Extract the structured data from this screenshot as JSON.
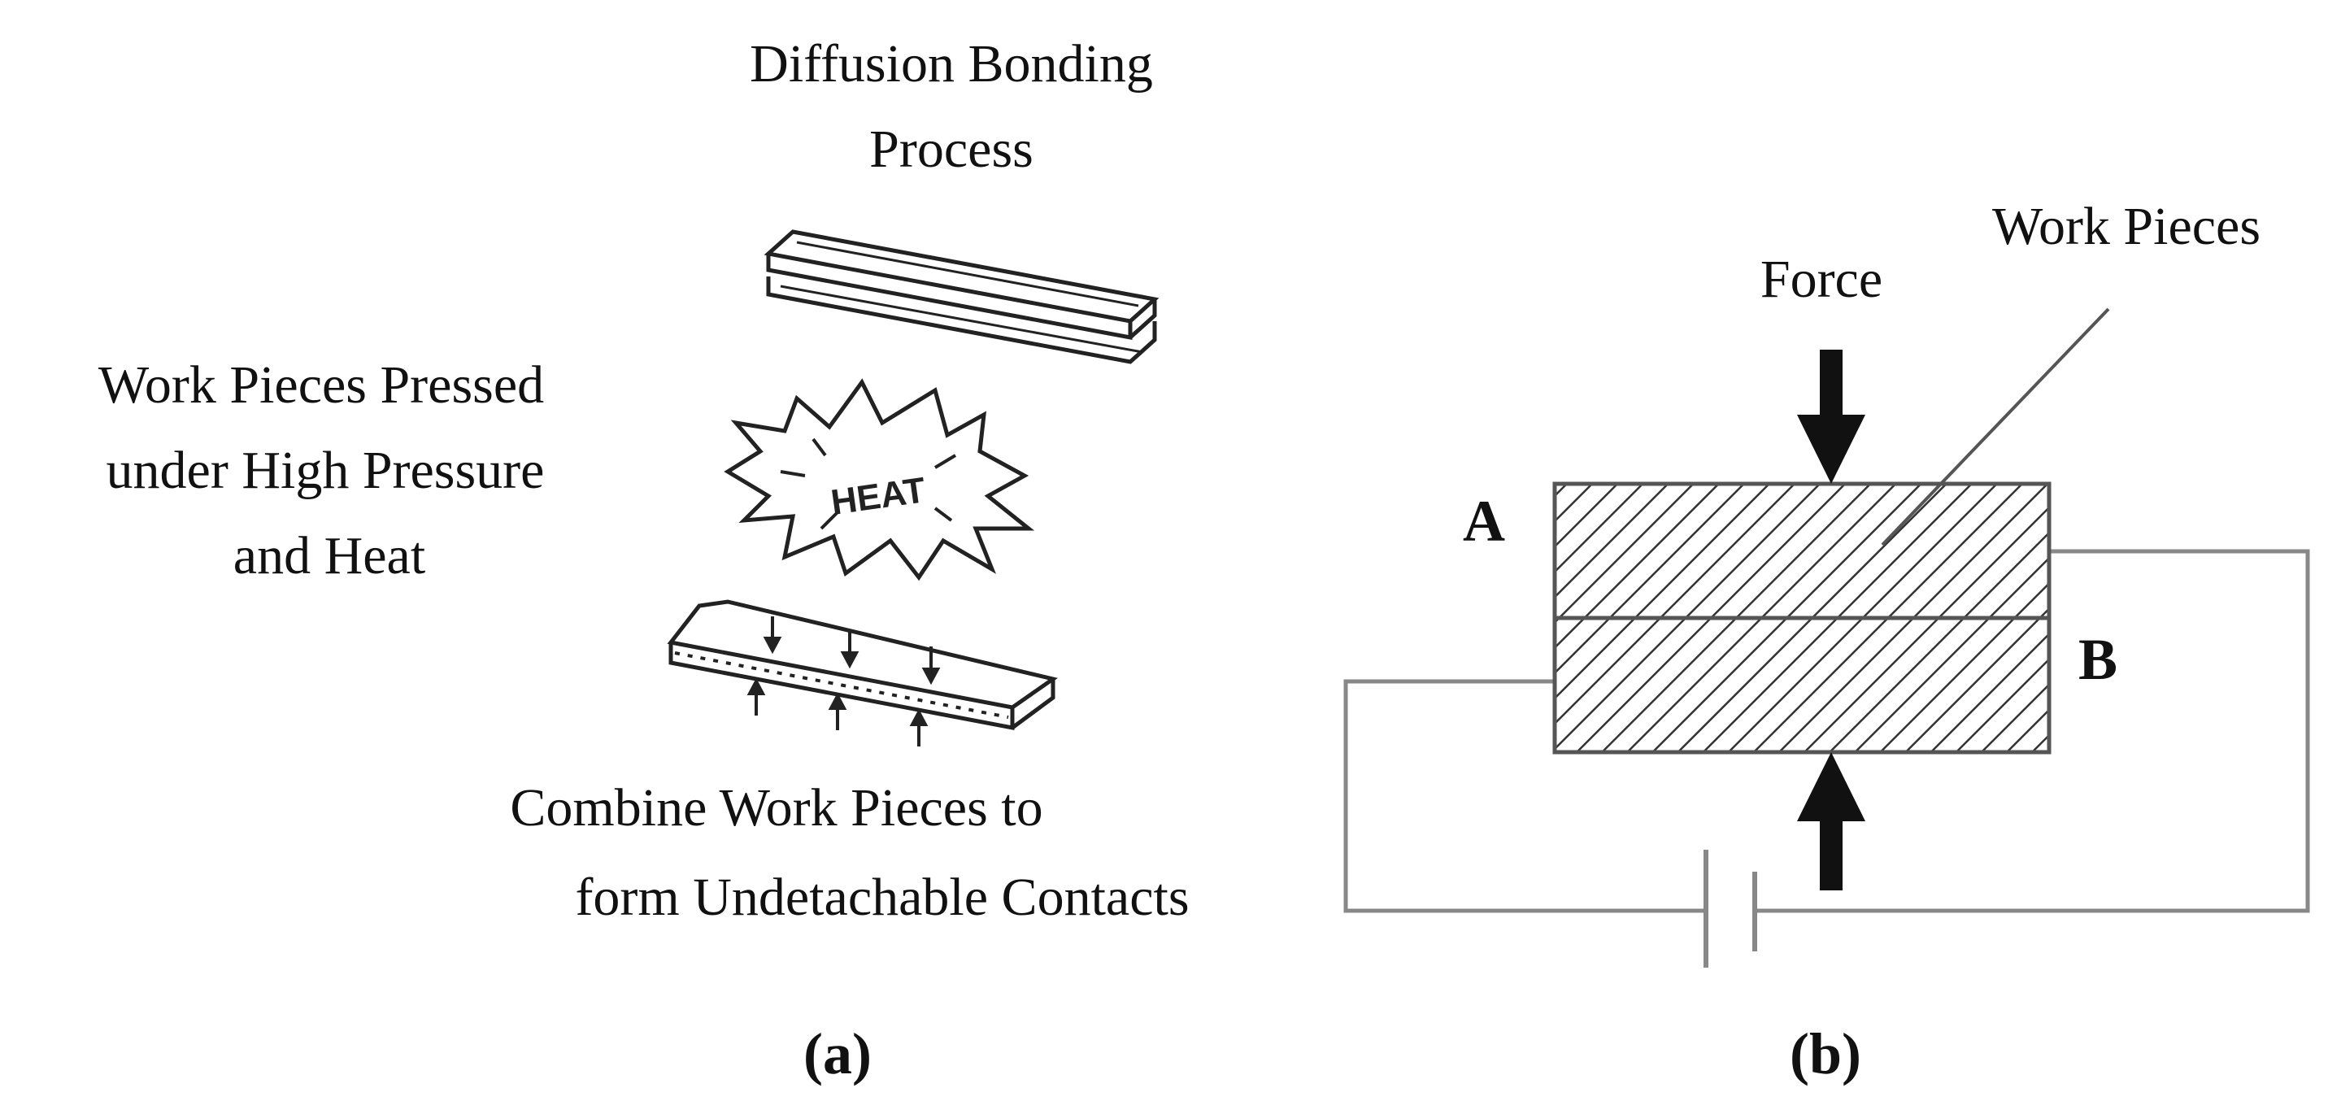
{
  "panel_a": {
    "title_line1": "Diffusion Bonding",
    "title_line2": "Process",
    "left_line1": "Work Pieces Pressed",
    "left_line2": "under High Pressure",
    "left_line3": "and Heat",
    "heat_text": "HEAT",
    "bottom_line1": "Combine Work Pieces to",
    "bottom_line2": "form Undetachable Contacts",
    "caption": "(a)"
  },
  "panel_b": {
    "force_label": "Force",
    "workpieces_label": "Work Pieces",
    "label_a": "A",
    "label_b": "B",
    "caption": "(b)"
  }
}
